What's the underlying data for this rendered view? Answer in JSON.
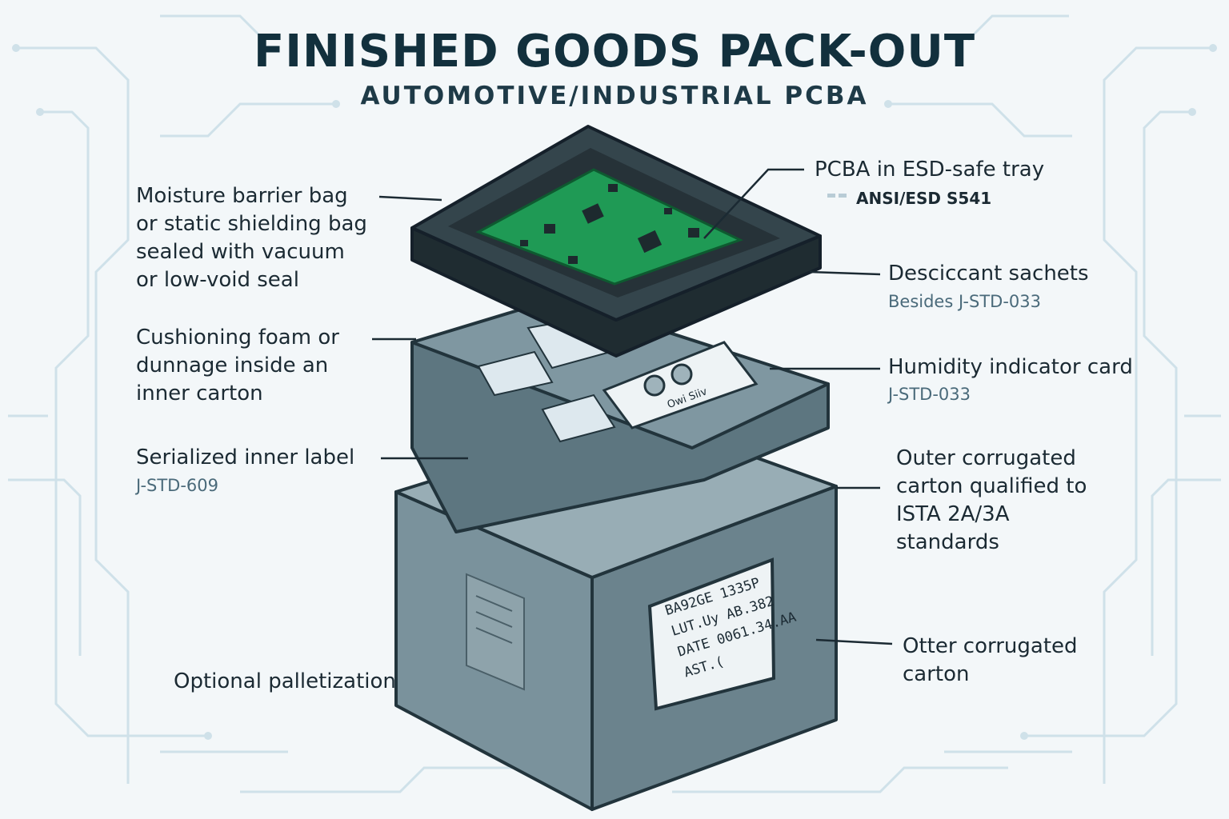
{
  "header": {
    "title": "FINISHED GOODS PACK-OUT",
    "subtitle": "AUTOMOTIVE/INDUSTRIAL PCBA"
  },
  "left_callouts": [
    {
      "lines": [
        "Moisture barrier bag",
        "or static shielding bag",
        "sealed with vacuum",
        "or low-void seal"
      ]
    },
    {
      "lines": [
        "Cushioning foam or",
        "dunnage inside an",
        "inner carton"
      ]
    },
    {
      "lines": [
        "Serialized inner label"
      ],
      "sub": "J-STD-609"
    },
    {
      "lines": [
        "Optional palletization"
      ]
    }
  ],
  "right_callouts": [
    {
      "lines": [
        "PCBA in ESD-safe tray"
      ],
      "sub": "ANSI/ESD S541"
    },
    {
      "lines": [
        "Desciccant sachets"
      ],
      "sub": "Besides J-STD-033"
    },
    {
      "lines": [
        "Humidity indicator card"
      ],
      "sub": "J-STD-033"
    },
    {
      "lines": [
        "Outer corrugated",
        "carton qualified to",
        "ISTA 2A/3A",
        "standards"
      ]
    },
    {
      "lines": [
        "Otter corrugated",
        "carton"
      ]
    }
  ],
  "carton_label": {
    "lines": [
      "BA92GE  1335P",
      "LUT.Uy    AB.382",
      "DATE  0061.34.AA",
      "AST.("
    ]
  },
  "humidity_card_text": "Owi Siiv",
  "colors": {
    "title": "#12303d",
    "carton": "#6f8791",
    "tray": "#2b3a40",
    "pcb": "#1f9a55",
    "sublabel": "#4a6a7a",
    "trace": "#c9dde6"
  }
}
